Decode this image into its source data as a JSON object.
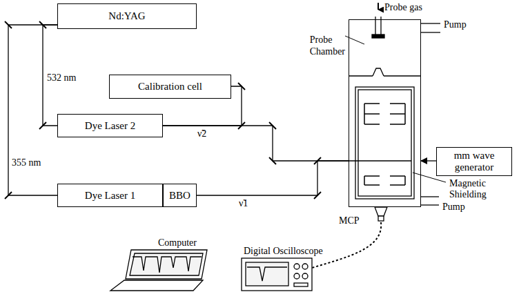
{
  "diagram": {
    "nodes": [
      {
        "text": [
          "Nd:YAG"
        ]
      },
      {
        "text": [
          "Calibration cell"
        ]
      },
      {
        "text": [
          "Dye Laser 2"
        ]
      },
      {
        "text": [
          "Dye Laser 1"
        ]
      },
      {
        "text": [
          "BBO"
        ]
      },
      {
        "text": [
          "Probe Chamber"
        ]
      },
      {
        "text": [
          "mm wave generator"
        ]
      }
    ],
    "edges": [
      {
        "from": 0,
        "to": 2,
        "arrow": "none",
        "label": "532 nm"
      },
      {
        "from": 0,
        "to": 3,
        "arrow": "none",
        "label": "355 nm"
      },
      {
        "from": 2,
        "to": 1,
        "arrow": "none"
      },
      {
        "from": 2,
        "to": 5,
        "arrow": "none",
        "label": "ν̃2"
      },
      {
        "from": 4,
        "to": 5,
        "arrow": "none",
        "label": "ν̃1"
      },
      {
        "from": 6,
        "to": 5,
        "arrow": "to"
      }
    ],
    "labels": [
      "Probe gas",
      "Pump",
      "Pump",
      "Magnetic Shielding",
      "MCP",
      "Computer",
      "Digital Oscilloscope"
    ]
  }
}
